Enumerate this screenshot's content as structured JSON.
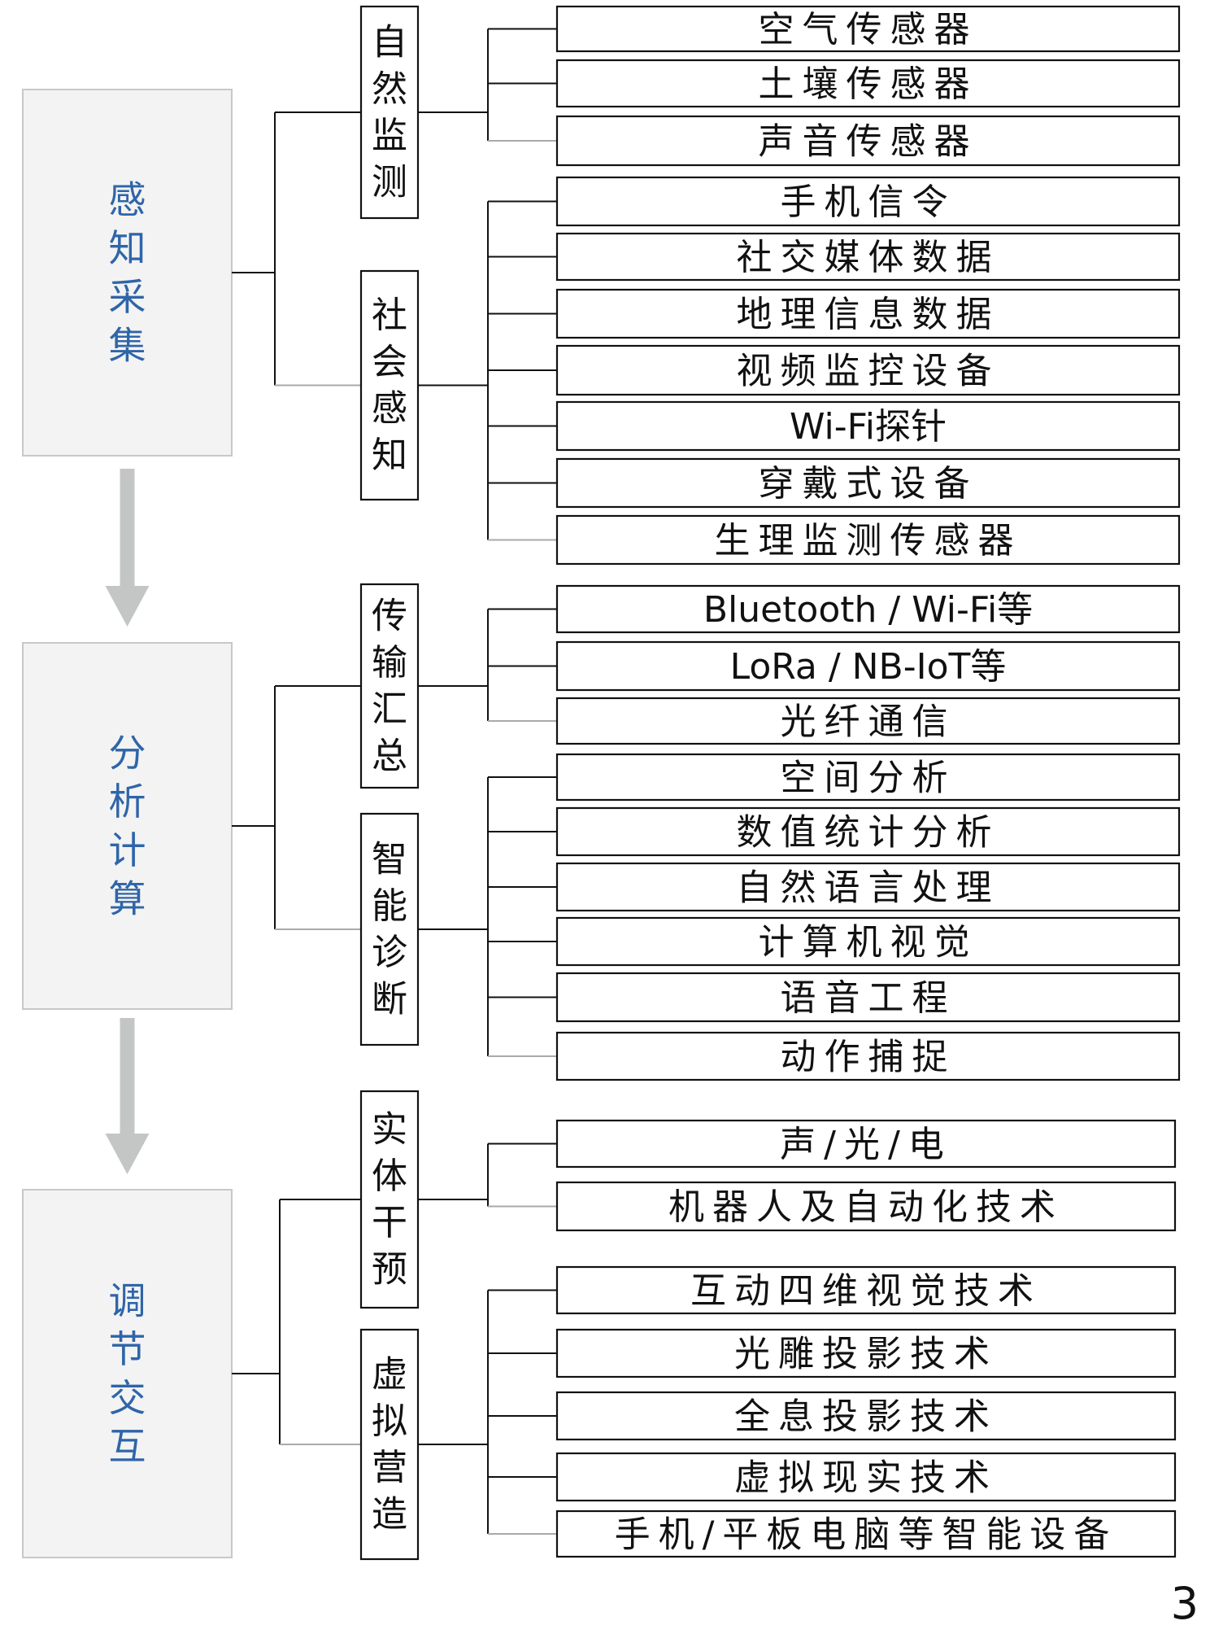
{
  "page_number": "3",
  "stages": [
    {
      "label": "感知采集",
      "groups": [
        {
          "label": "自然监测",
          "items": [
            "空气传感器",
            "土壤传感器",
            "声音传感器"
          ]
        },
        {
          "label": "社会感知",
          "items": [
            "手机信令",
            "社交媒体数据",
            "地理信息数据",
            "视频监控设备",
            "Wi-Fi探针",
            "穿戴式设备",
            "生理监测传感器"
          ]
        }
      ]
    },
    {
      "label": "分析计算",
      "groups": [
        {
          "label": "传输汇总",
          "items": [
            "Bluetooth / Wi-Fi等",
            "LoRa / NB-IoT等",
            "光纤通信"
          ]
        },
        {
          "label": "智能诊断",
          "items": [
            "空间分析",
            "数值统计分析",
            "自然语言处理",
            "计算机视觉",
            "语音工程",
            "动作捕捉"
          ]
        }
      ]
    },
    {
      "label": "调节交互",
      "groups": [
        {
          "label": "实体干预",
          "items": [
            "声/光/电",
            "机器人及自动化技术"
          ]
        },
        {
          "label": "虚拟营造",
          "items": [
            "互动四维视觉技术",
            "光雕投影技术",
            "全息投影技术",
            "虚拟现实技术",
            "手机/平板电脑等智能设备"
          ]
        }
      ]
    }
  ],
  "colors": {
    "stage_fill": "#f3f3f3",
    "stage_border": "#c8c8c8",
    "stage_text": "#2f65a8",
    "arrow": "#c4c6c6",
    "line": "#111111",
    "line_light": "#aaaaaa",
    "box_border": "#111111",
    "text": "#111111"
  }
}
